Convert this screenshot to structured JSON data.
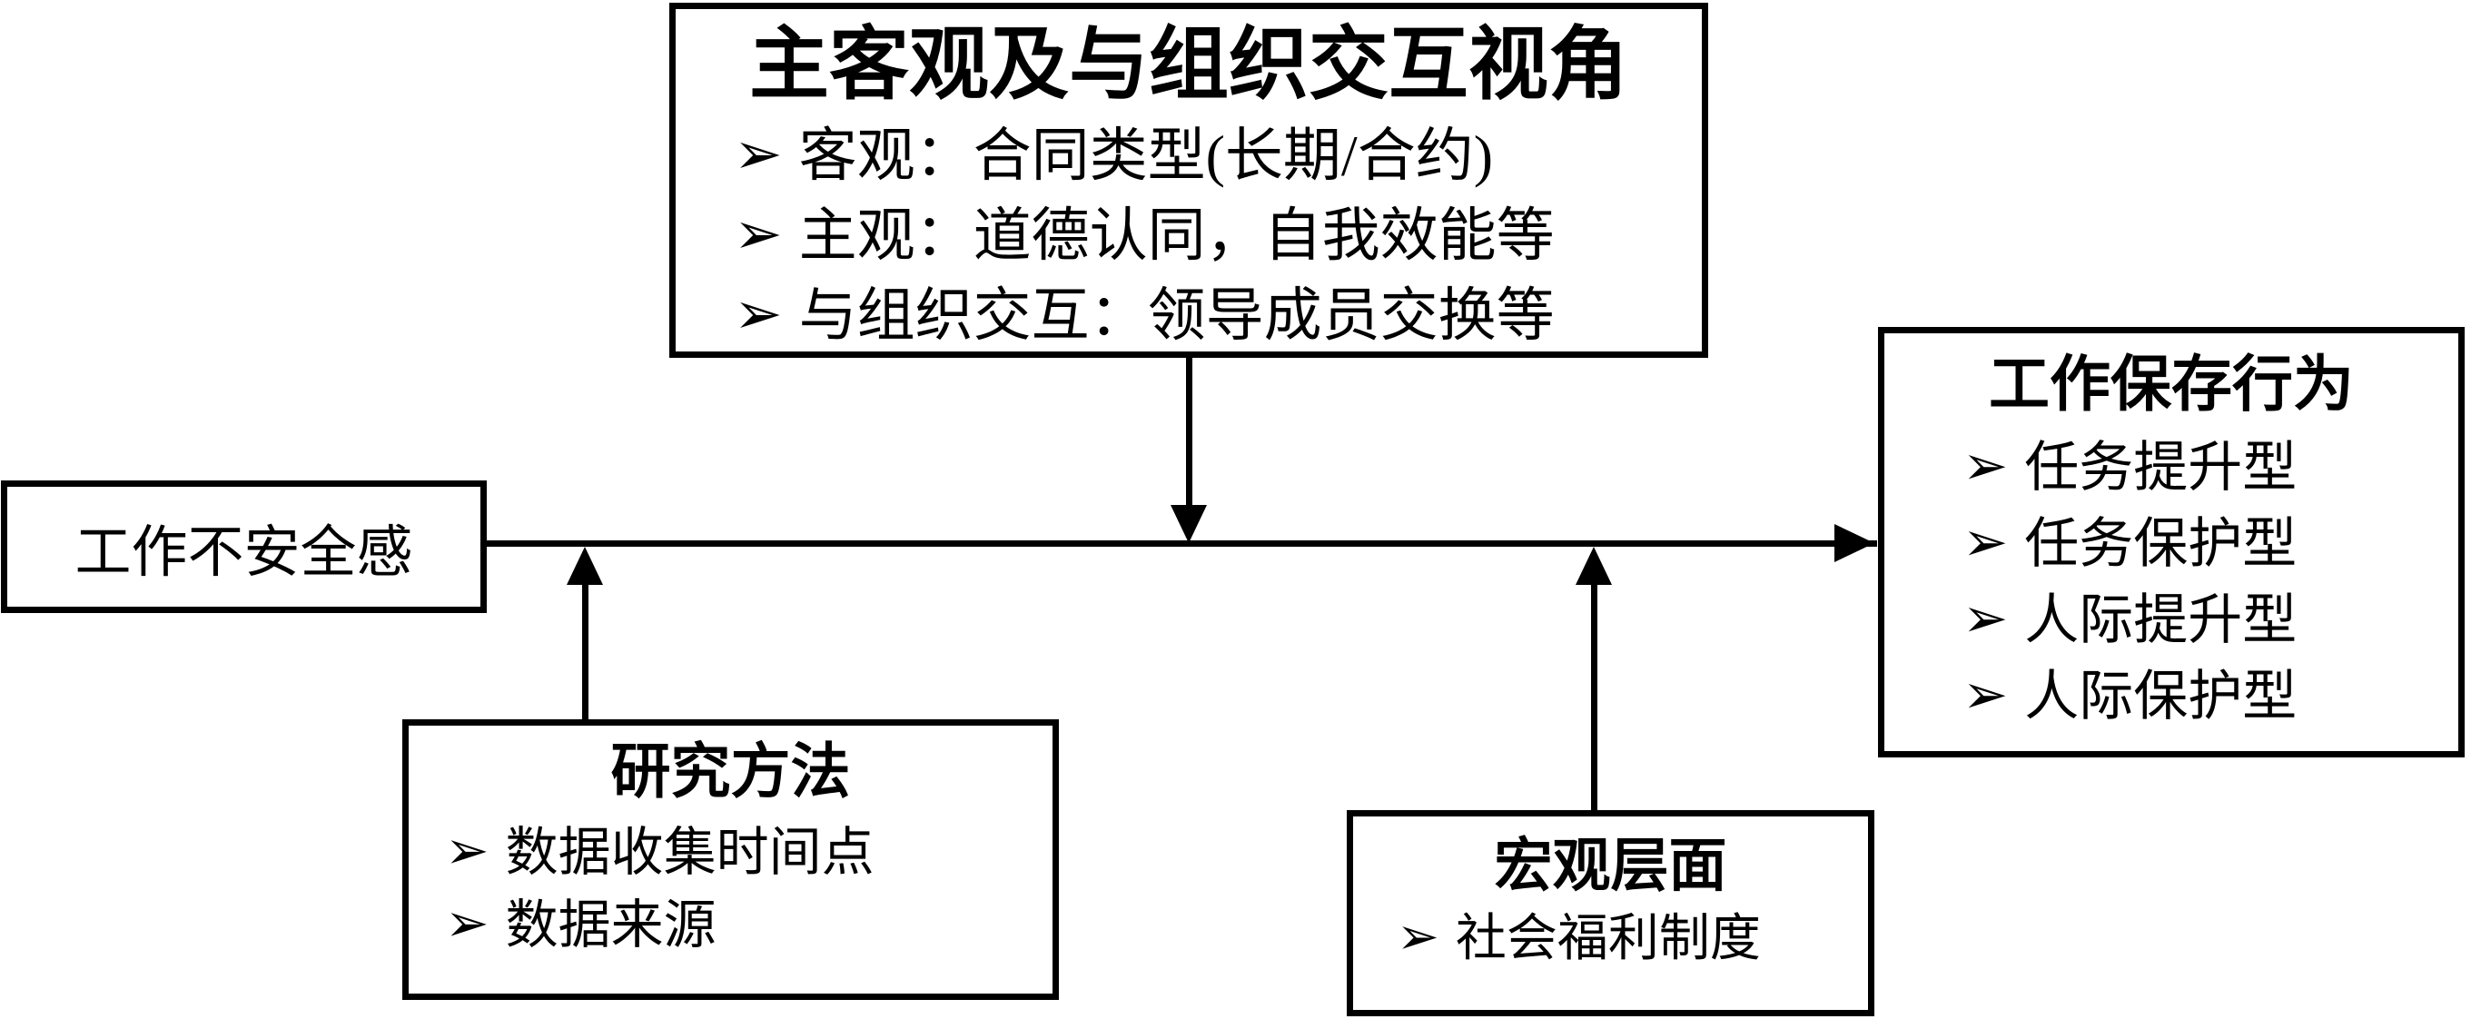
{
  "diagram": {
    "background_color": "#ffffff",
    "stroke_color": "#000000",
    "bullet_glyph": "➢",
    "boxes": {
      "perspective": {
        "title": "主客观及与组织交互视角",
        "items": [
          "客观：合同类型(长期/合约)",
          "主观：道德认同，自我效能等",
          "与组织交互：领导成员交换等"
        ]
      },
      "insecurity": {
        "label": "工作不安全感"
      },
      "behavior": {
        "title": "工作保存行为",
        "items": [
          "任务提升型",
          "任务保护型",
          "人际提升型",
          "人际保护型"
        ]
      },
      "method": {
        "title": "研究方法",
        "items": [
          "数据收集时间点",
          "数据来源"
        ]
      },
      "macro": {
        "title": "宏观层面",
        "items": [
          "社会福利制度"
        ]
      }
    }
  }
}
